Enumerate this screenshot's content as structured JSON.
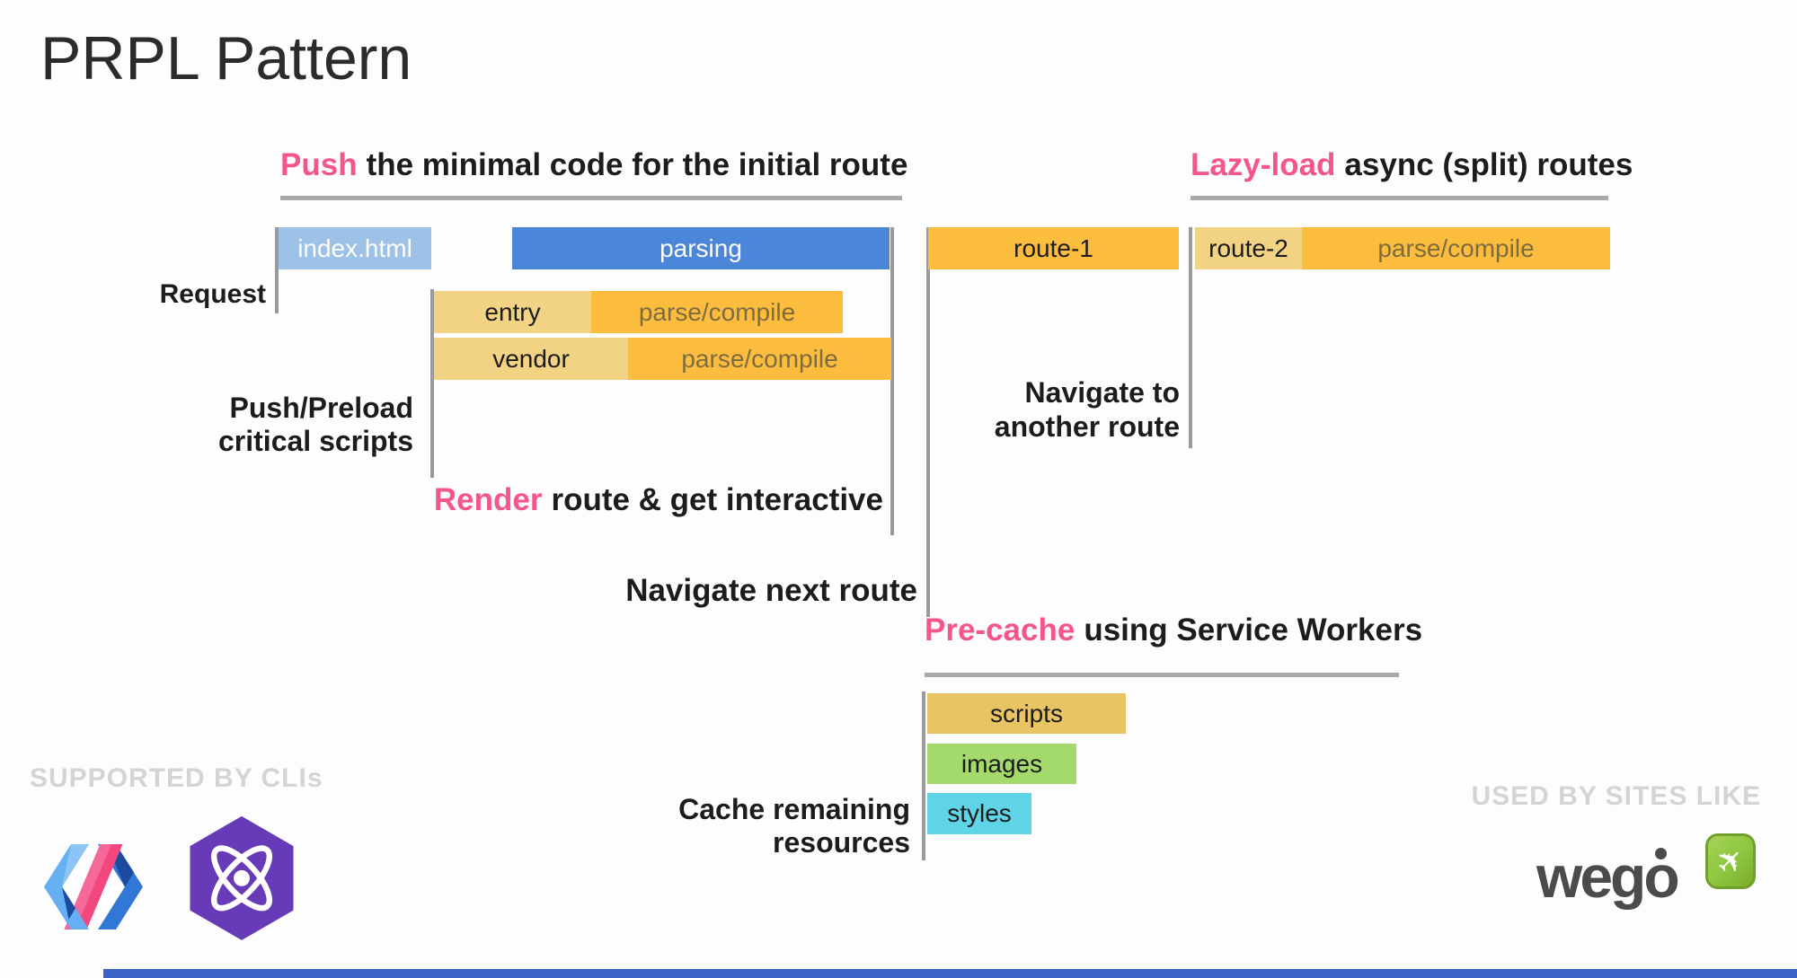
{
  "title": "PRPL Pattern",
  "headings": {
    "push": {
      "highlight": "Push",
      "rest": "the minimal code for the initial route"
    },
    "lazy_load": {
      "highlight": "Lazy-load",
      "rest": "async (split) routes"
    },
    "render": {
      "highlight": "Render",
      "rest": "route & get interactive"
    },
    "pre_cache": {
      "highlight": "Pre-cache",
      "rest": "using Service Workers"
    }
  },
  "labels": {
    "request": "Request",
    "push_preload_line1": "Push/Preload",
    "push_preload_line2": "critical scripts",
    "navigate_next": "Navigate next route",
    "navigate_another_line1": "Navigate to",
    "navigate_another_line2": "another route",
    "cache_line1": "Cache remaining",
    "cache_line2": "resources"
  },
  "bars": {
    "index_html": "index.html",
    "parsing": "parsing",
    "entry": "entry",
    "entry_parse": "parse/compile",
    "vendor": "vendor",
    "vendor_parse": "parse/compile",
    "route_1": "route-1",
    "route_2": "route-2",
    "route_2_parse": "parse/compile",
    "scripts": "scripts",
    "images": "images",
    "styles": "styles"
  },
  "footer": {
    "supported_by": "SUPPORTED BY CLIs",
    "used_by": "USED BY SITES LIKE",
    "wego": "wego"
  },
  "icons": {
    "polymer": "polymer-logo",
    "preact": "preact-logo",
    "wego_plane": "airplane-icon"
  },
  "colors": {
    "pink": "#f5568a",
    "blue": "#4c86d9",
    "light_blue": "#9dc1e7",
    "orange": "#fcbd3e",
    "tan": "#f2d283",
    "green": "#a4d96c",
    "cyan": "#5fd4e6",
    "line_gray": "#9a9a9a",
    "wego_green": "#8cc63e",
    "progress_blue": "#3a63c8"
  }
}
